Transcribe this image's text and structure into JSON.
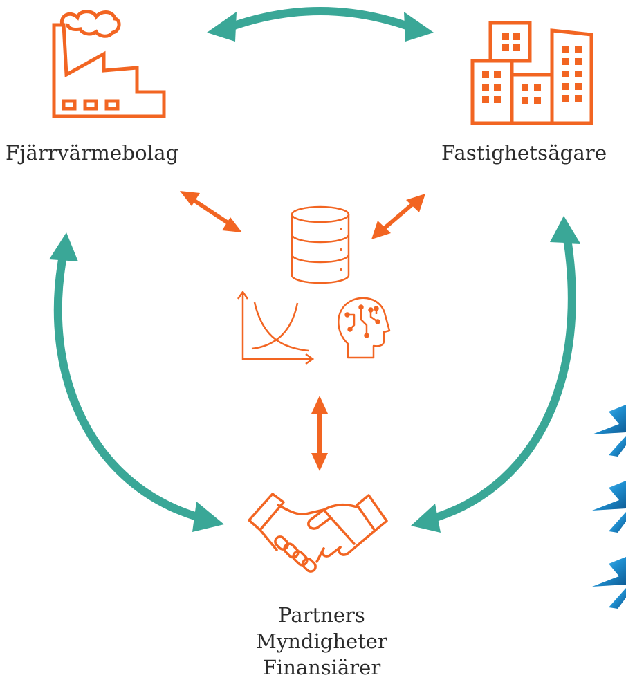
{
  "nodes": {
    "district_heating": {
      "label": "Fjärrvärmebolag",
      "icon": "factory-icon"
    },
    "property_owners": {
      "label": "Fastighetsägare",
      "icon": "buildings-icon"
    },
    "partners": {
      "lines": [
        "Partners",
        "Myndigheter",
        "Finansiärer"
      ],
      "icon": "handshake-icon"
    },
    "center": {
      "icons": [
        "database-icon",
        "chart-icon",
        "ai-head-icon"
      ]
    }
  },
  "side_bullets": {
    "icon": "blue-arrow-icon",
    "count": 3
  },
  "colors": {
    "orange": "#f26522",
    "teal": "#3aa797",
    "blue": "#1f8fd0",
    "text": "#2b2b2b"
  }
}
